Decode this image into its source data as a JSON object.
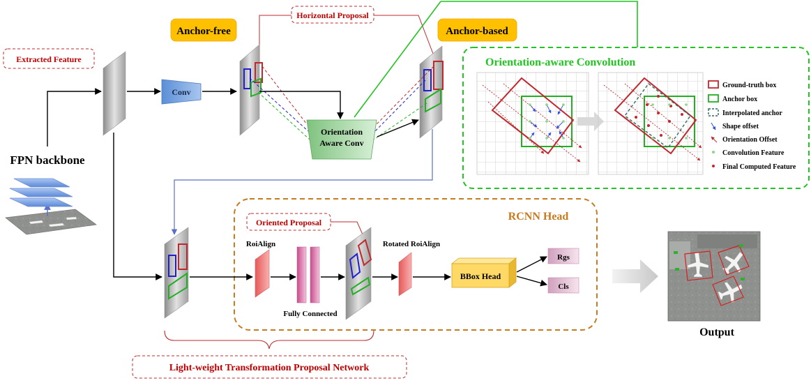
{
  "labels": {
    "extracted_feature": "Extracted Feature",
    "fpn_backbone": "FPN backbone",
    "conv": "Conv",
    "anchor_free": "Anchor-free",
    "anchor_based": "Anchor-based",
    "horizontal_proposal": "Horizontal Proposal",
    "orientation_aware_conv_line1": "Orientation",
    "orientation_aware_conv_line2": "Aware Conv",
    "oac_title": "Orientation-aware Convolution",
    "rcnn_head": "RCNN Head",
    "oriented_proposal": "Oriented Proposal",
    "roialign": "RoiAlign",
    "fully_connected": "Fully Connected",
    "rotated_roialign": "Rotated RoiAlign",
    "bbox_head": "BBox Head",
    "rgs": "Rgs",
    "cls": "Cls",
    "output": "Output",
    "ltpn": "Light-weight Transformation Proposal Network"
  },
  "legend": [
    {
      "label": "Ground-truth box",
      "kind": "gt-box"
    },
    {
      "label": "Anchor box",
      "kind": "anchor-box"
    },
    {
      "label": "Interpolated anchor",
      "kind": "interp-anchor"
    },
    {
      "label": "Shape offset",
      "kind": "shape-offset"
    },
    {
      "label": "Orientation Offset",
      "kind": "orientation-offset"
    },
    {
      "label": "Convolution Feature",
      "kind": "conv-feature"
    },
    {
      "label": "Final Computed Feature",
      "kind": "final-feature"
    }
  ],
  "colors": {
    "red_label": "#c00000",
    "green_label": "#22c322",
    "orange_label": "#c87a1e",
    "anchor_tag_fill": "#ffc000",
    "gt_box": "#c0282d",
    "anchor_box": "#21b021",
    "blue_box": "#1f1fd0"
  }
}
